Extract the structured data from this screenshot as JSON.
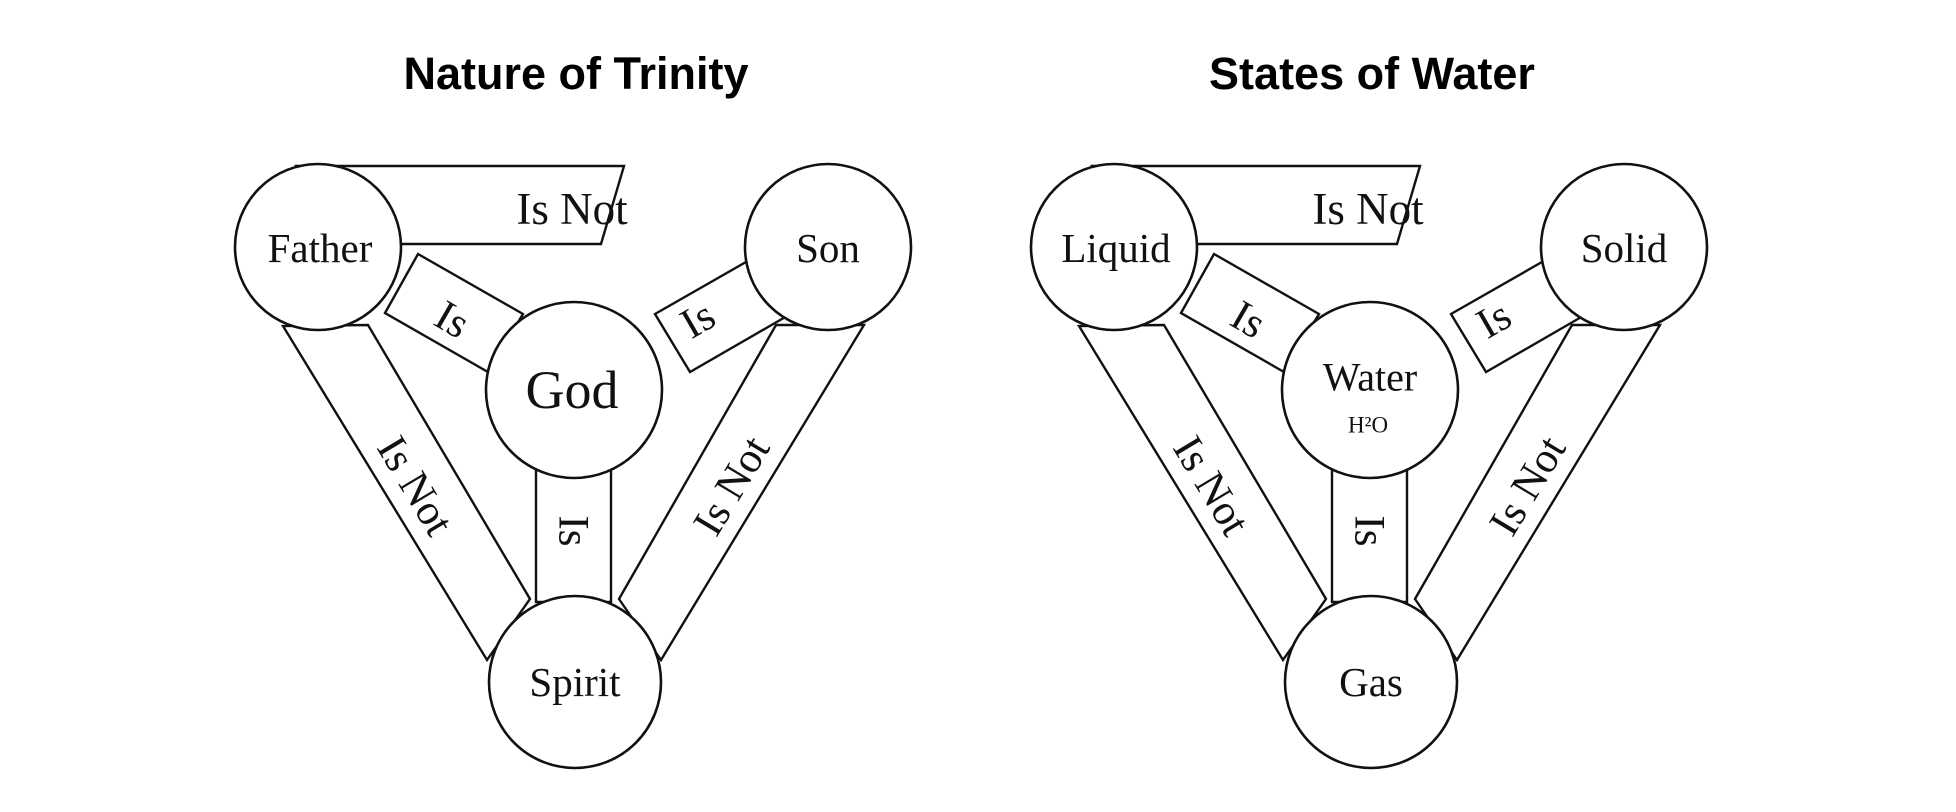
{
  "diagrams": [
    {
      "title": "Nature of Trinity",
      "nodes": {
        "top_left": "Father",
        "top_right": "Son",
        "bottom": "Spirit",
        "center": "God",
        "center_sub": ""
      },
      "relations": {
        "top": "Is Not",
        "left": "Is Not",
        "right": "Is Not",
        "to_top_left": "Is",
        "to_top_right": "Is",
        "to_bottom": "Is"
      }
    },
    {
      "title": "States of Water",
      "nodes": {
        "top_left": "Liquid",
        "top_right": "Solid",
        "bottom": "Gas",
        "center": "Water",
        "center_sub": "H²O"
      },
      "relations": {
        "top": "Is Not",
        "left": "Is Not",
        "right": "Is Not",
        "to_top_left": "Is",
        "to_top_right": "Is",
        "to_bottom": "Is"
      }
    }
  ]
}
